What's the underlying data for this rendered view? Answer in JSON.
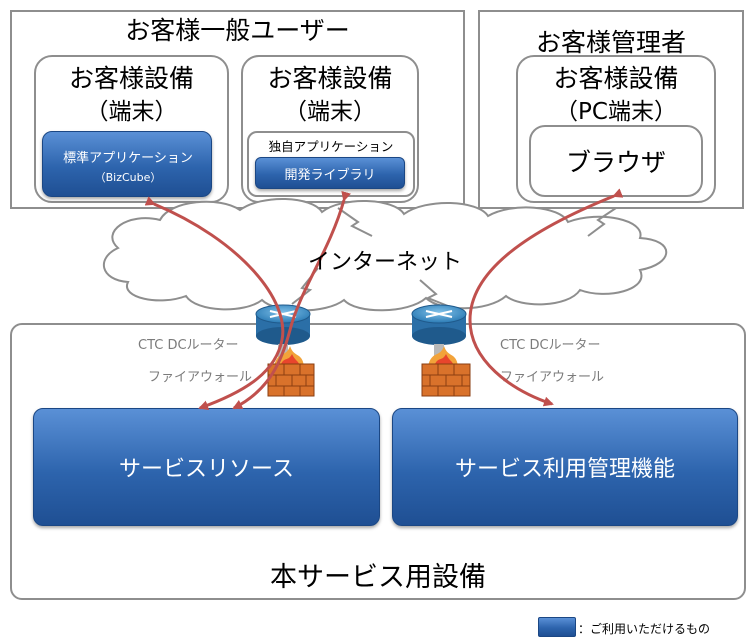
{
  "customer_users": {
    "title": "お客様一般ユーザー",
    "device_left": {
      "title": "お客様設備",
      "subtitle": "（端末）",
      "app_name": "標準アプリケーション",
      "app_sub": "（BizCube）"
    },
    "device_right": {
      "title": "お客様設備",
      "subtitle": "（端末）",
      "app_name": "独自アプリケーション",
      "library": "開発ライブラリ"
    }
  },
  "customer_admin": {
    "title": "お客様管理者",
    "device_title": "お客様設備",
    "device_subtitle": "（PC端末）",
    "browser": "ブラウザ"
  },
  "internet": "インターネット",
  "router_left": {
    "router_label": "CTC DCルーター",
    "firewall_label": "ファイアウォール"
  },
  "router_right": {
    "router_label": "CTC DCルーター",
    "firewall_label": "ファイアウォール"
  },
  "service": {
    "resource": "サービスリソース",
    "management": "サービス利用管理機能",
    "title": "本サービス用設備"
  },
  "legend": {
    "label": "：ご利用いただけるもの"
  },
  "colors": {
    "box_blue": "#2d64ad",
    "arrow_red": "#c0504d",
    "border_gray": "#8e8e8e"
  }
}
